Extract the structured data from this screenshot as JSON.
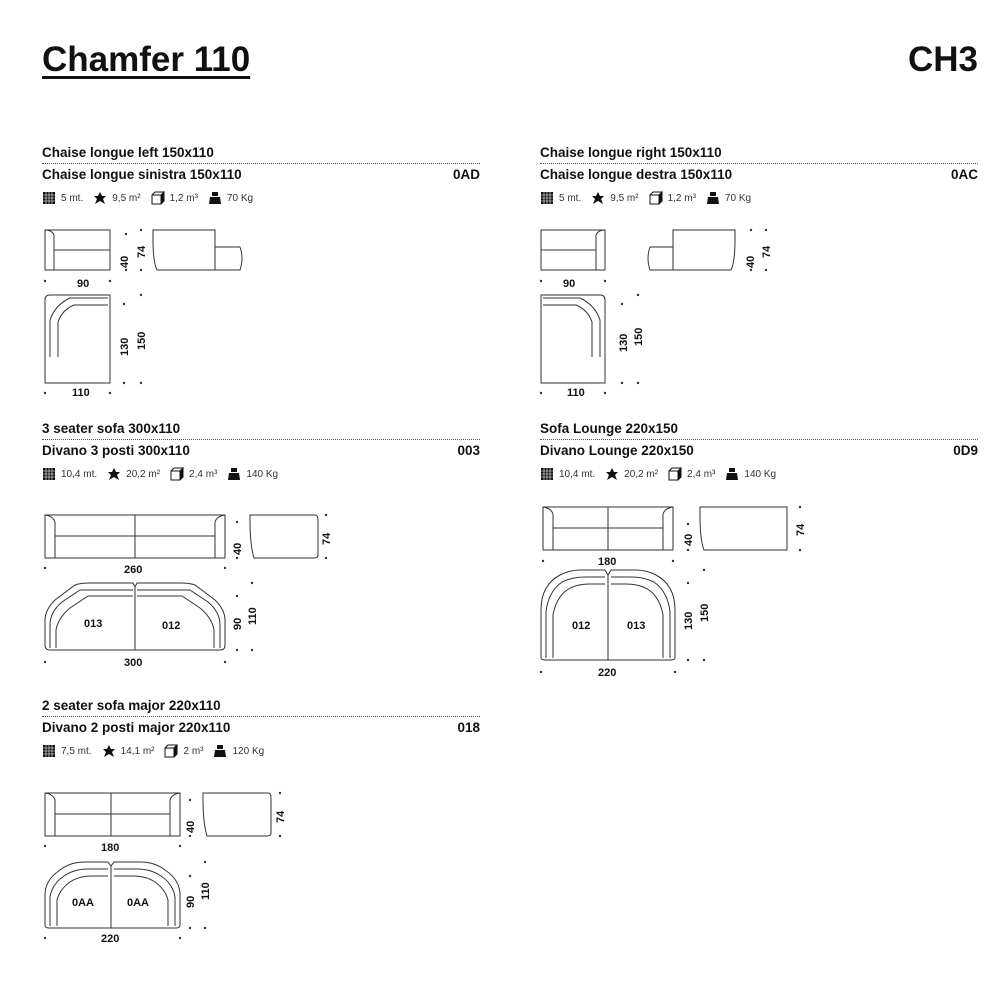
{
  "header": {
    "title": "Chamfer 110",
    "code": "CH3"
  },
  "sections": [
    {
      "en": "Chaise longue left 150x110",
      "it": "Chaise longue sinistra 150x110",
      "code": "0AD",
      "specs": {
        "fabric": "5 mt.",
        "leather": "9,5 m²",
        "volume": "1,2 m³",
        "weight": "70 Kg"
      },
      "dims": {
        "front_w": "90",
        "seat_h": "40",
        "h": "74",
        "inner_d": "130",
        "d": "150",
        "w": "110"
      }
    },
    {
      "en": "Chaise longue right 150x110",
      "it": "Chaise longue destra 150x110",
      "code": "0AC",
      "specs": {
        "fabric": "5 mt.",
        "leather": "9,5 m²",
        "volume": "1,2 m³",
        "weight": "70 Kg"
      },
      "dims": {
        "front_w": "90",
        "seat_h": "40",
        "h": "74",
        "inner_d": "130",
        "d": "150",
        "w": "110"
      }
    },
    {
      "en": "3 seater sofa 300x110",
      "it": "Divano 3 posti 300x110",
      "code": "003",
      "specs": {
        "fabric": "10,4 mt.",
        "leather": "20,2 m²",
        "volume": "2,4 m³",
        "weight": "140 Kg"
      },
      "dims": {
        "front_w": "260",
        "seat_h": "40",
        "h": "74",
        "inner_d": "90",
        "d": "110",
        "w": "300"
      },
      "modules": [
        "013",
        "012"
      ]
    },
    {
      "en": "Sofa Lounge 220x150",
      "it": "Divano Lounge 220x150",
      "code": "0D9",
      "specs": {
        "fabric": "10,4 mt.",
        "leather": "20,2 m²",
        "volume": "2,4 m³",
        "weight": "140 Kg"
      },
      "dims": {
        "front_w": "180",
        "seat_h": "40",
        "h": "74",
        "inner_d": "130",
        "d": "150",
        "w": "220"
      },
      "modules": [
        "012",
        "013"
      ]
    },
    {
      "en": "2 seater sofa major 220x110",
      "it": "Divano 2 posti major 220x110",
      "code": "018",
      "specs": {
        "fabric": "7,5 mt.",
        "leather": "14,1 m²",
        "volume": "2 m³",
        "weight": "120 Kg"
      },
      "dims": {
        "front_w": "180",
        "seat_h": "40",
        "h": "74",
        "inner_d": "90",
        "d": "110",
        "w": "220"
      },
      "modules": [
        "0AA",
        "0AA"
      ]
    }
  ]
}
